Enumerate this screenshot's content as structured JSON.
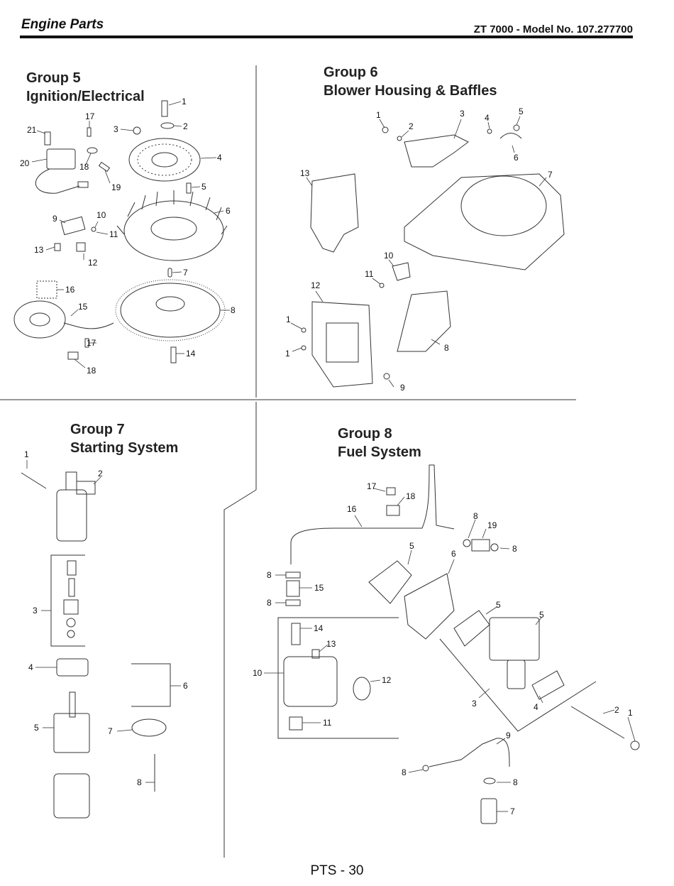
{
  "header": {
    "title": "Engine Parts",
    "model": "ZT 7000 - Model No. 107.277700"
  },
  "groups": {
    "g5": {
      "line1": "Group 5",
      "line2": "Ignition/Electrical"
    },
    "g6": {
      "line1": "Group 6",
      "line2": "Blower Housing & Baffles"
    },
    "g7": {
      "line1": "Group 7",
      "line2": "Starting System"
    },
    "g8": {
      "line1": "Group 8",
      "line2": "Fuel System"
    }
  },
  "callouts": {
    "g5": [
      "1",
      "2",
      "3",
      "4",
      "5",
      "6",
      "7",
      "8",
      "9",
      "10",
      "11",
      "12",
      "13",
      "14",
      "15",
      "16",
      "17",
      "18",
      "19",
      "20",
      "21",
      "17",
      "18"
    ],
    "g6": [
      "1",
      "2",
      "3",
      "4",
      "5",
      "6",
      "7",
      "13",
      "10",
      "11",
      "12",
      "1",
      "1",
      "8",
      "9"
    ],
    "g7": [
      "1",
      "2",
      "3",
      "4",
      "5",
      "6",
      "7",
      "8"
    ],
    "g8": [
      "17",
      "18",
      "16",
      "8",
      "19",
      "8",
      "5",
      "6",
      "8",
      "15",
      "8",
      "5",
      "5",
      "14",
      "13",
      "10",
      "12",
      "11",
      "3",
      "4",
      "2",
      "1",
      "9",
      "8",
      "8",
      "7"
    ]
  },
  "footer": {
    "page": "PTS - 30"
  }
}
